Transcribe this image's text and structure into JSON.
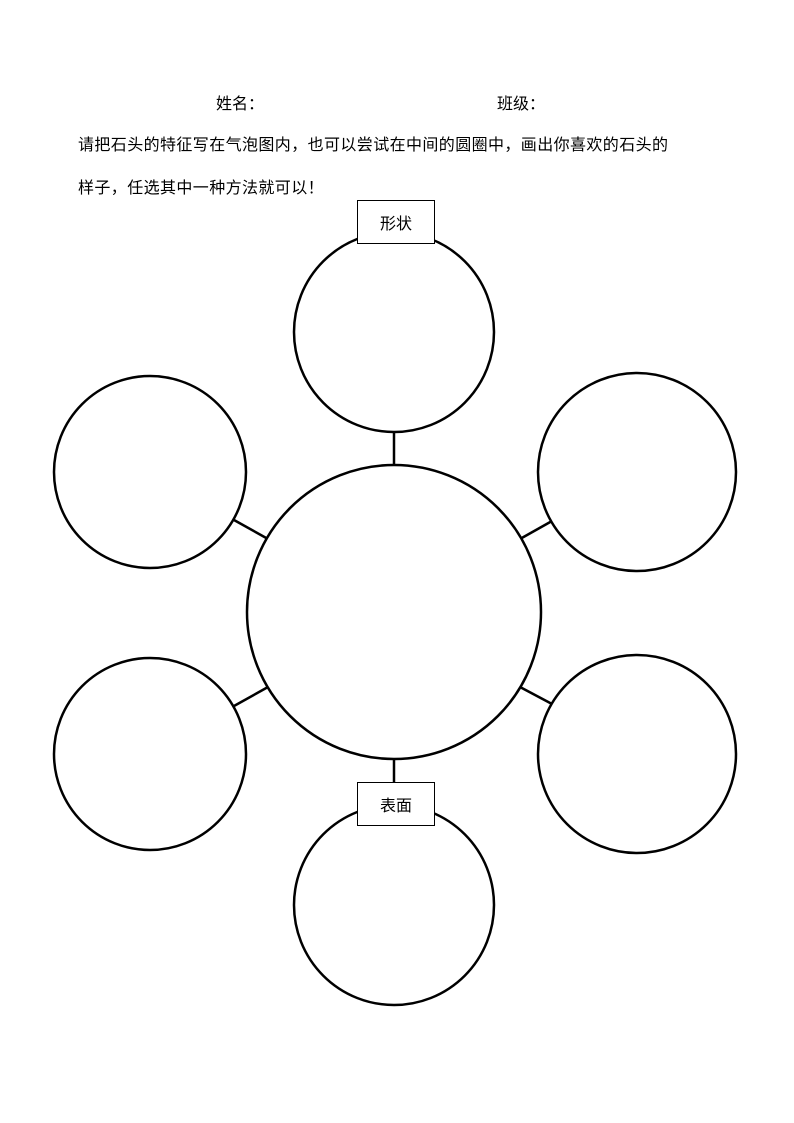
{
  "header": {
    "name_label": "姓名：",
    "class_label": "班级："
  },
  "instructions": {
    "line1": "请把石头的特征写在气泡图内，也可以尝试在中间的圆圈中，画出你喜欢的石头的",
    "line2": "样子，任选其中一种方法就可以！"
  },
  "bubble_map": {
    "center_label": "",
    "bubbles": [
      {
        "id": "top",
        "label": "形状"
      },
      {
        "id": "upper-right",
        "label": ""
      },
      {
        "id": "lower-right",
        "label": ""
      },
      {
        "id": "bottom",
        "label": "表面"
      },
      {
        "id": "lower-left",
        "label": ""
      },
      {
        "id": "upper-left",
        "label": ""
      }
    ]
  }
}
